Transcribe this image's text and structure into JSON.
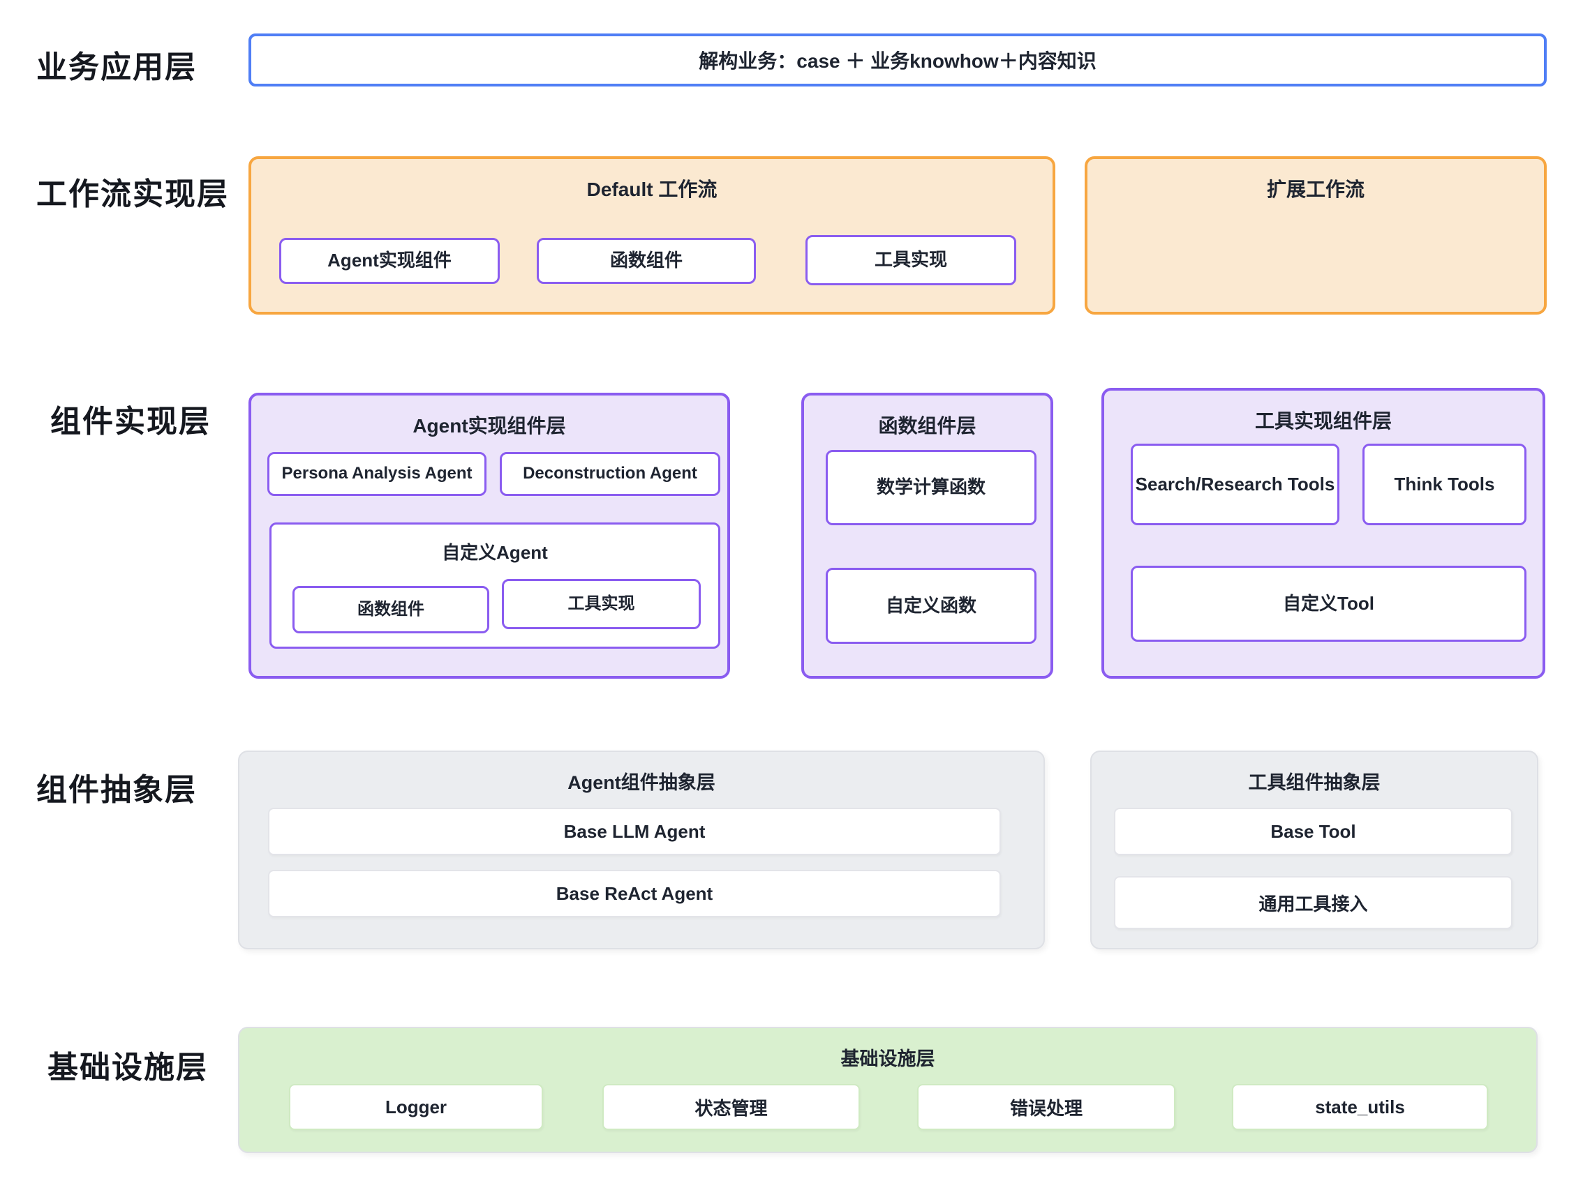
{
  "colors": {
    "blue_border": "#4f7ef5",
    "orange_border": "#f7a640",
    "orange_fill": "#fbe9d1",
    "purple_border": "#8a5cf0",
    "purple_fill": "#ece4fa",
    "gray_fill": "#ebedf0",
    "green_fill": "#d9f0cf",
    "text": "#1e2430"
  },
  "layers": {
    "business": {
      "label": "业务应用层",
      "box": {
        "title": "解构业务：case ＋ 业务knowhow＋内容知识"
      }
    },
    "workflow": {
      "label": "工作流实现层",
      "default_box": {
        "title": "Default 工作流",
        "items": [
          "Agent实现组件",
          "函数组件",
          "工具实现"
        ]
      },
      "extension_box": {
        "title": "扩展工作流"
      }
    },
    "component_impl": {
      "label": "组件实现层",
      "agent_box": {
        "title": "Agent实现组件层",
        "agents": [
          "Persona Analysis Agent",
          "Deconstruction Agent"
        ],
        "custom_agent": {
          "title": "自定义Agent",
          "items": [
            "函数组件",
            "工具实现"
          ]
        }
      },
      "function_box": {
        "title": "函数组件层",
        "items": [
          "数学计算函数",
          "自定义函数"
        ]
      },
      "tool_box": {
        "title": "工具实现组件层",
        "top_items": [
          "Search/Research Tools",
          "Think Tools"
        ],
        "bottom_item": "自定义Tool"
      }
    },
    "abstraction": {
      "label": "组件抽象层",
      "agent_box": {
        "title": "Agent组件抽象层",
        "items": [
          "Base LLM Agent",
          "Base ReAct Agent"
        ]
      },
      "tool_box": {
        "title": "工具组件抽象层",
        "items": [
          "Base Tool",
          "通用工具接入"
        ]
      }
    },
    "infra": {
      "label": "基础设施层",
      "box": {
        "title": "基础设施层",
        "items": [
          "Logger",
          "状态管理",
          "错误处理",
          "state_utils"
        ]
      }
    }
  }
}
